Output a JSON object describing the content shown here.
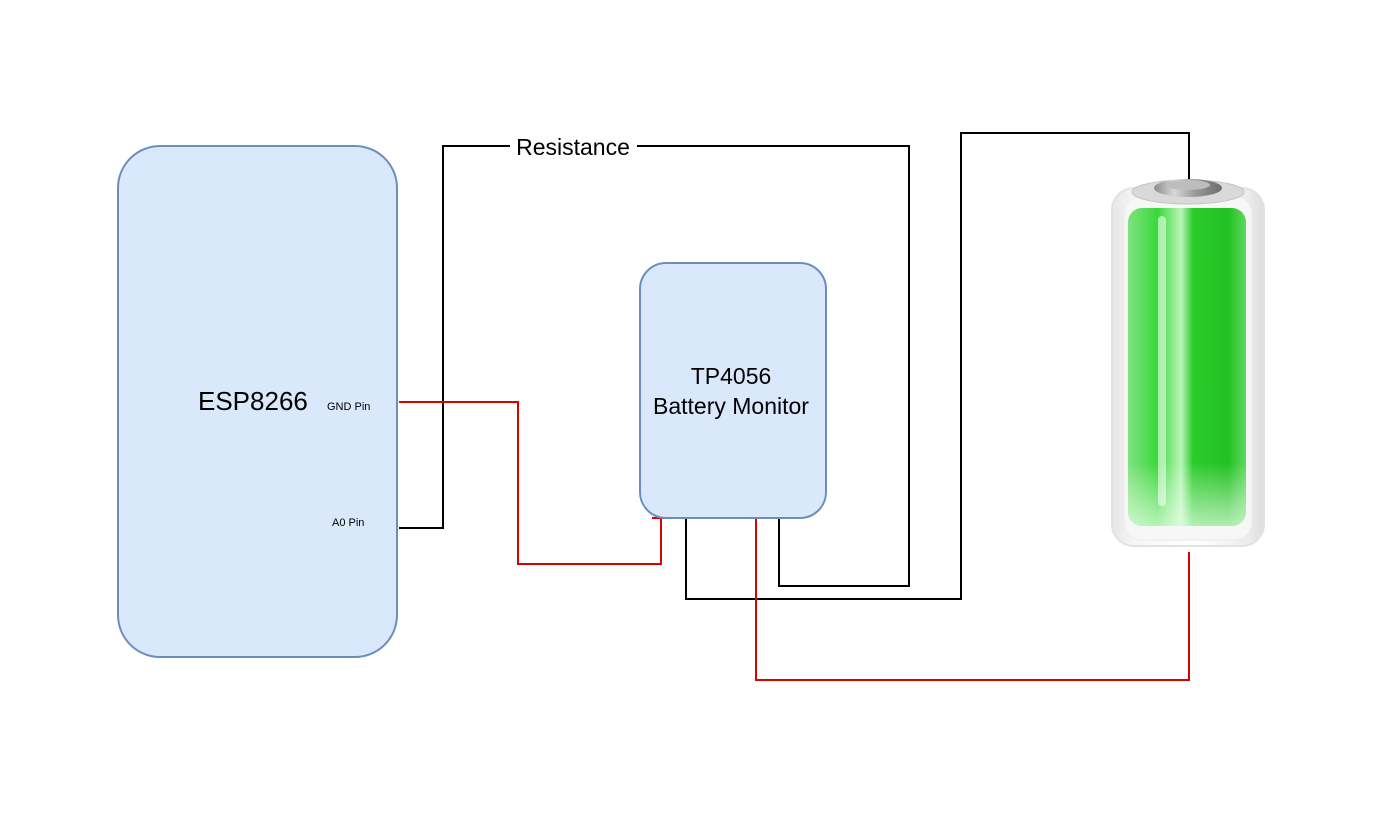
{
  "diagram": {
    "esp": {
      "title": "ESP8266",
      "gnd_pin": "GND Pin",
      "a0_pin": "A0 Pin"
    },
    "tp4056": {
      "line1": "TP4056",
      "line2": "Battery Monitor"
    },
    "resistance_label": "Resistance",
    "battery": {
      "icon": "battery-cell-icon"
    }
  },
  "colors": {
    "box_fill": "#dae8fc",
    "box_stroke": "#6c8ebf",
    "wire_black": "#000000",
    "wire_red": "#dd0000",
    "battery_green": "#2fd12f"
  }
}
